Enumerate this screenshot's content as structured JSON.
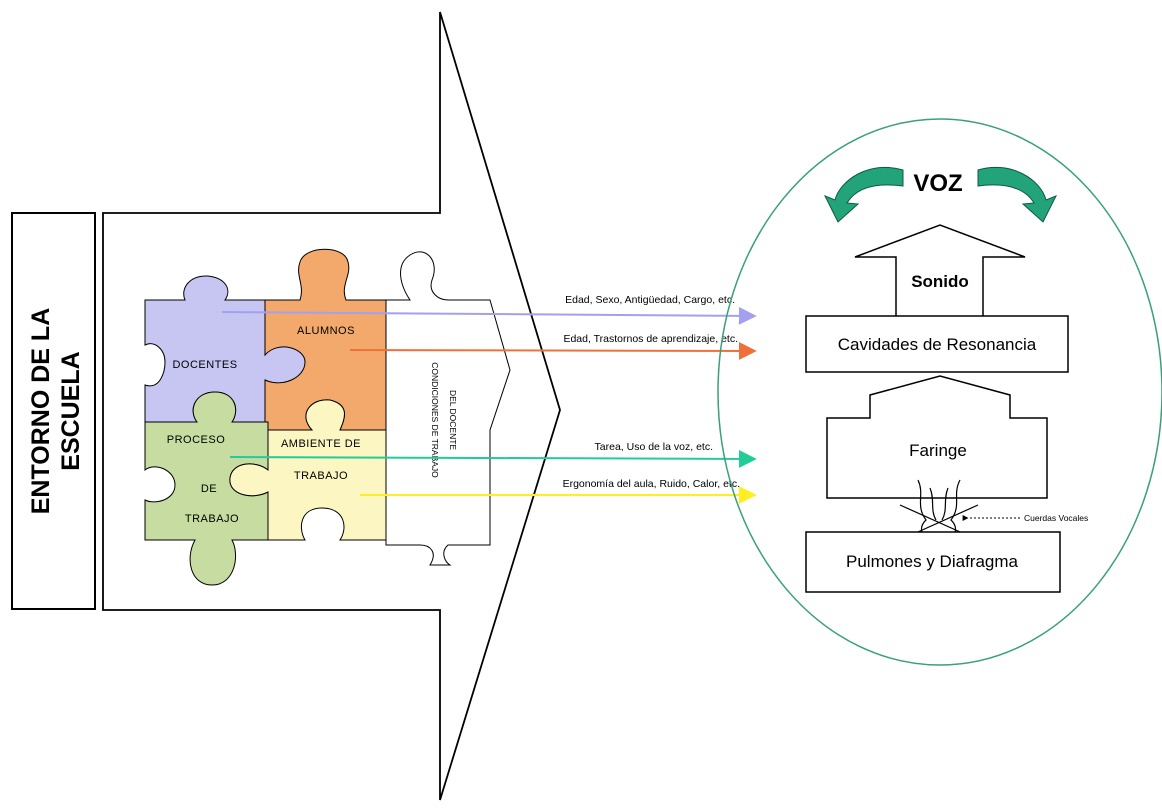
{
  "sidebar": {
    "line1": "ENTORNO DE LA",
    "line2": "ESCUELA"
  },
  "puzzle": {
    "docentes": "DOCENTES",
    "alumnos": "ALUMNOS",
    "proceso_1": "PROCESO",
    "proceso_2": "DE",
    "proceso_3": "TRABAJO",
    "ambiente_1": "AMBIENTE DE",
    "ambiente_2": "TRABAJO",
    "condiciones_1": "CONDICIONES DE TRABAJO",
    "condiciones_2": "DEL DOCENTE"
  },
  "arrows": [
    {
      "label": "Edad, Sexo, Antigüedad, Cargo, etc.",
      "color": "#a3a0f0"
    },
    {
      "label": "Edad, Trastornos de aprendizaje, etc.",
      "color": "#f0703a"
    },
    {
      "label": "Tarea, Uso de la voz, etc.",
      "color": "#22cc99"
    },
    {
      "label": "Ergonomía del aula, Ruido, Calor, etc.",
      "color": "#ffee22"
    }
  ],
  "voice": {
    "title": "VOZ",
    "sonido": "Sonido",
    "cavidades": "Cavidades de Resonancia",
    "faringe": "Faringe",
    "cuerdas": "Cuerdas Vocales",
    "pulmones": "Pulmones y Diafragma"
  },
  "colors": {
    "docentes": "#c7c5f1",
    "alumnos": "#f3a96b",
    "proceso": "#c6dca0",
    "ambiente": "#fbf6c2",
    "green_arrow": "#22a37a",
    "ellipse": "#3aa07a"
  }
}
